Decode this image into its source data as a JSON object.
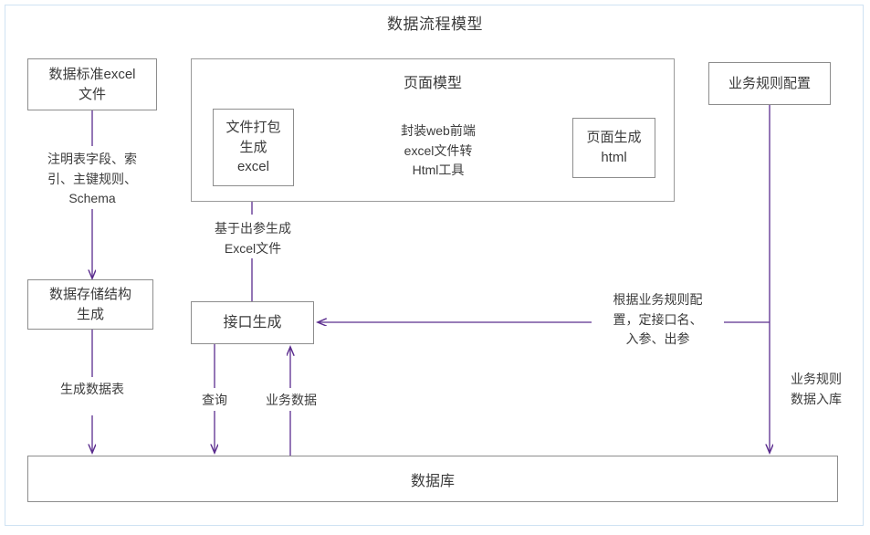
{
  "diagram": {
    "title": "数据流程模型",
    "accent_line_color": "#5b2d8e",
    "node_border_color": "#8d8d8d",
    "frame_border_color": "#cfe2f3",
    "background": "#ffffff"
  },
  "nodes": {
    "data_standard_excel": "数据标准excel\n文件",
    "data_storage_structure": "数据存储结构\n生成",
    "page_model_group": "页面模型",
    "file_package_excel": "文件打包\n生成\nexcel",
    "page_generate_html": "页面生成\nhtml",
    "interface_generate": "接口生成",
    "business_rule_config": "业务规则配置",
    "database": "数据库"
  },
  "edge_labels": {
    "schema_note": "注明表字段、索\n引、主键规则、\nSchema",
    "generate_table": "生成数据表",
    "web_front_tool": "封装web前端\nexcel文件转\nHtml工具",
    "based_on_output": "基于出参生成\nExcel文件",
    "business_rule_note": "根据业务规则配\n置，定接口名、\n入参、出参",
    "business_rule_store": "业务规则\n数据入库",
    "query": "查询",
    "business_data": "业务数据"
  }
}
